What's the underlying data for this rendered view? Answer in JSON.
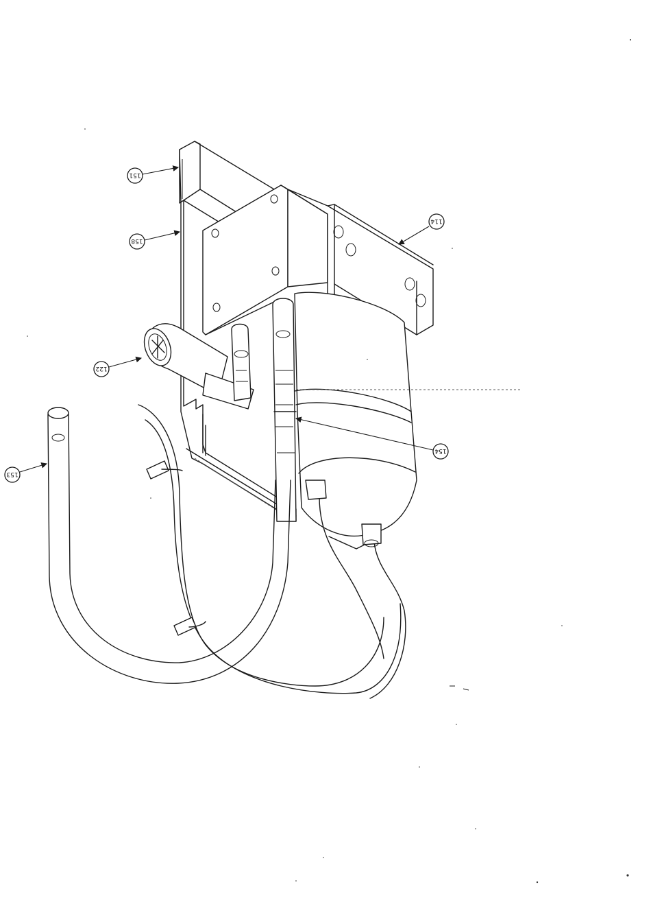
{
  "callouts": [
    {
      "id": "c151",
      "label": "151"
    },
    {
      "id": "c158",
      "label": "158"
    },
    {
      "id": "c114",
      "label": "114"
    },
    {
      "id": "c122",
      "label": "122"
    },
    {
      "id": "c154",
      "label": "154"
    },
    {
      "id": "c153",
      "label": "153"
    }
  ]
}
